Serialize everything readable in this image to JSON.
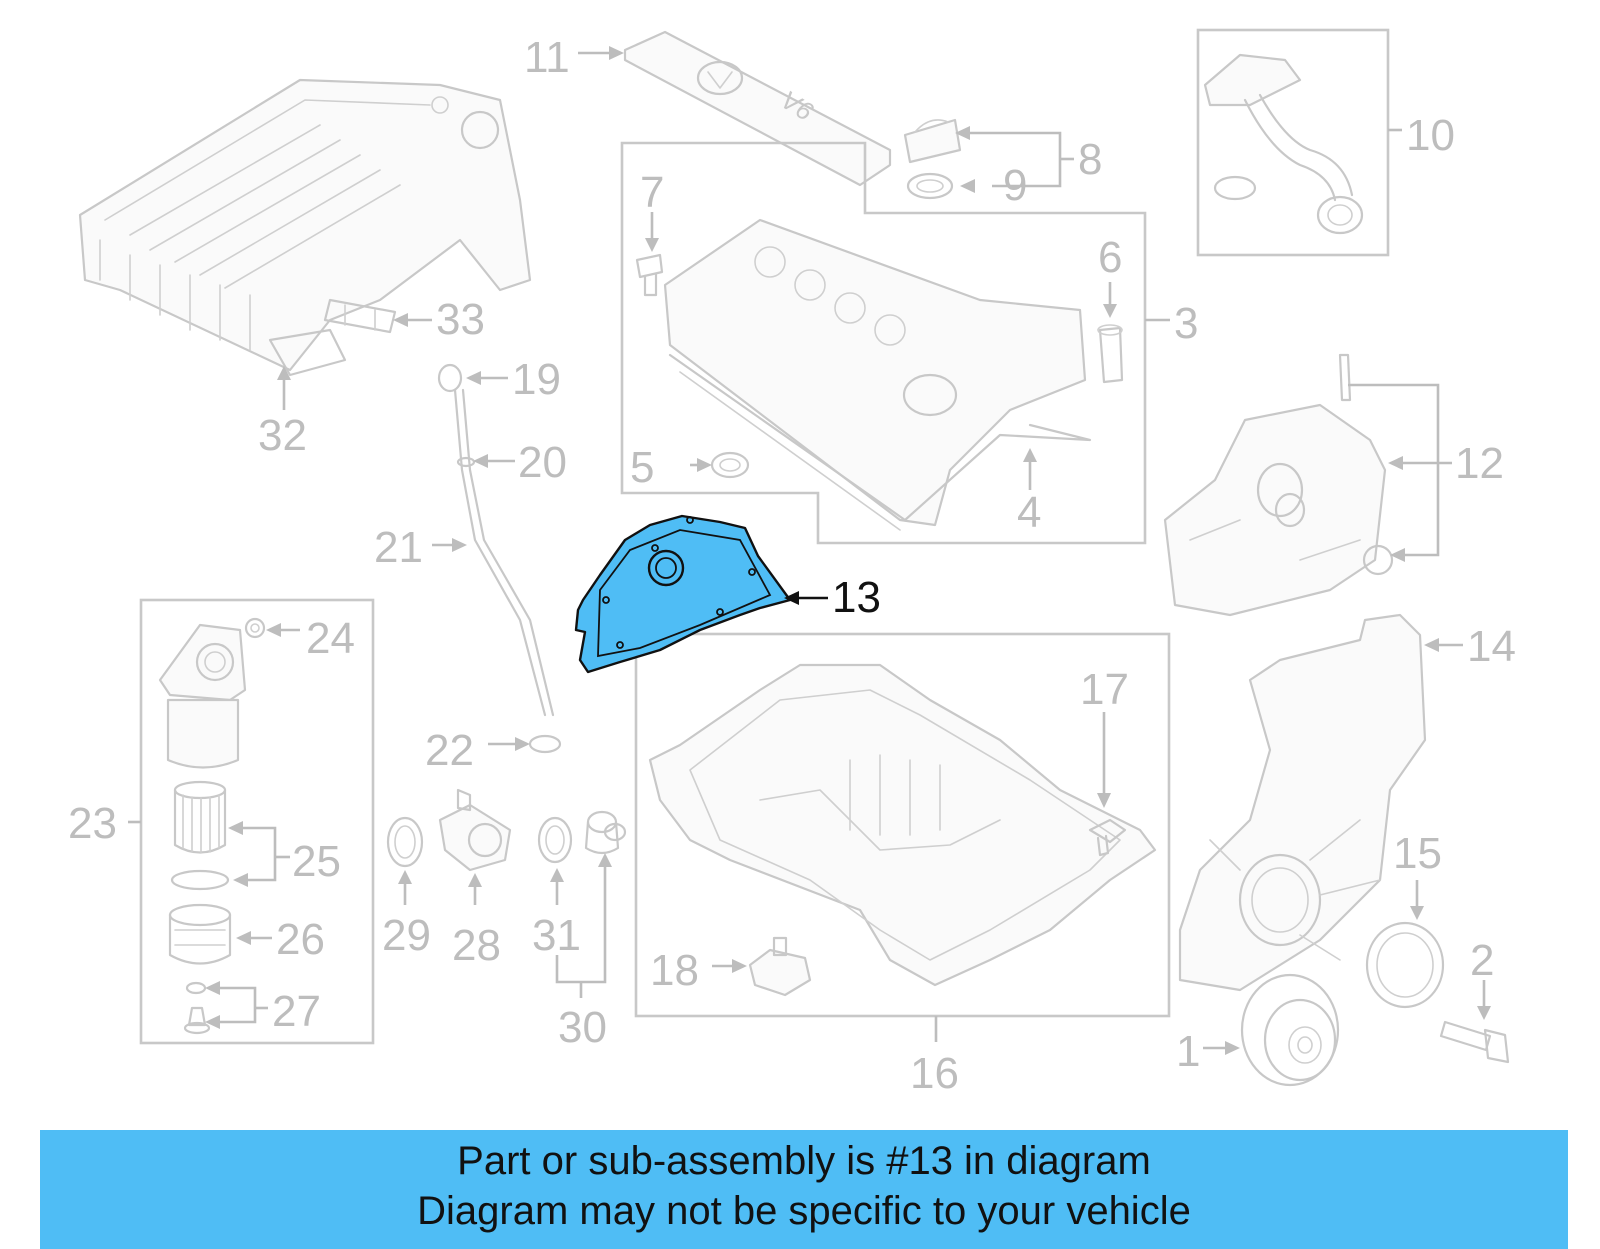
{
  "callouts": {
    "c1": "1",
    "c2": "2",
    "c3": "3",
    "c4": "4",
    "c5": "5",
    "c6": "6",
    "c7": "7",
    "c8": "8",
    "c9": "9",
    "c10": "10",
    "c11": "11",
    "c12": "12",
    "c13": "13",
    "c14": "14",
    "c15": "15",
    "c16": "16",
    "c17": "17",
    "c18": "18",
    "c19": "19",
    "c20": "20",
    "c21": "21",
    "c22": "22",
    "c23": "23",
    "c24": "24",
    "c25": "25",
    "c26": "26",
    "c27": "27",
    "c28": "28",
    "c29": "29",
    "c30": "30",
    "c31": "31",
    "c32": "32",
    "c33": "33"
  },
  "engine_cover_badge": "V6",
  "highlighted_part": "13",
  "colors": {
    "highlight": "#4fbdf5",
    "banner": "#4fbdf5",
    "line_art": "#c8c8c8",
    "callout": "#bdbdbd"
  },
  "banner": {
    "line1": "Part or sub-assembly is #13 in diagram",
    "line2": "Diagram may not be specific to your vehicle"
  }
}
